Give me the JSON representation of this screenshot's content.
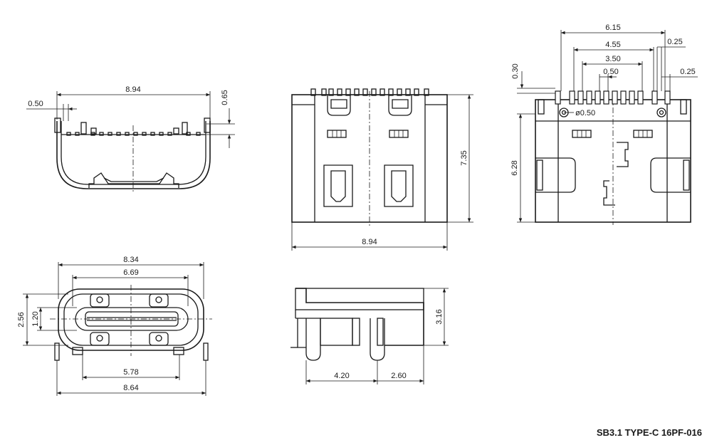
{
  "caption": "SB3.1 TYPE-C 16PF-016",
  "dimensions": {
    "left_top_width": "8.94",
    "left_top_pitch": "0.50",
    "left_top_height": "0.65",
    "center_top_height": "7.35",
    "center_top_width": "8.94",
    "right_top_overall": "6.15",
    "right_top_inner": "4.55",
    "right_top_mid": "3.50",
    "right_top_pitch": "0.50",
    "right_top_side1": "0.25",
    "right_top_side2": "0.25",
    "right_top_left": "0.30",
    "right_top_hole": "ø0.50",
    "right_top_height": "6.28",
    "front_outer_top": "8.34",
    "front_inner_top": "6.69",
    "front_height_outer": "2.56",
    "front_height_inner": "1.20",
    "front_pin_span": "5.78",
    "front_overall": "8.64",
    "side_height": "3.16",
    "side_span1": "4.20",
    "side_span2": "2.60"
  }
}
